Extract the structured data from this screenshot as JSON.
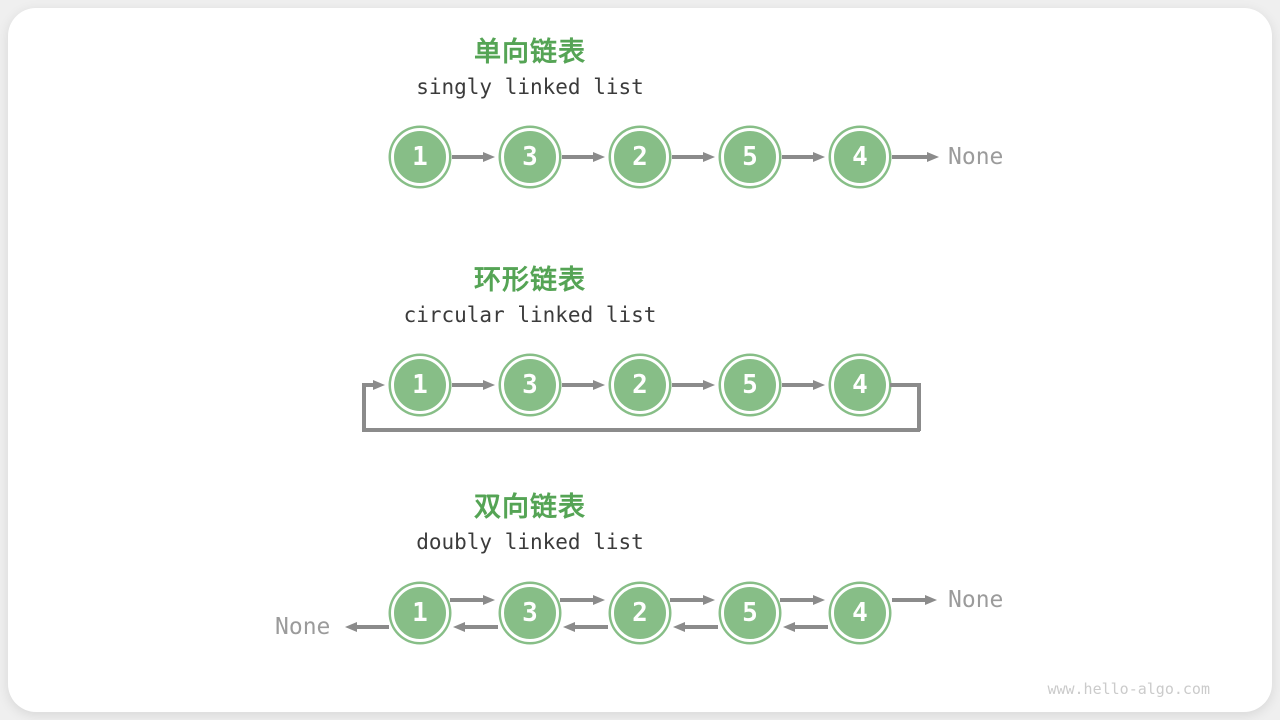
{
  "page": {
    "watermark": "www.hello-algo.com"
  },
  "colors": {
    "title_green": "#55A455",
    "node_green": "#87BE87",
    "arrow_gray": "#8B8B8B",
    "none_gray": "#9B9B9B",
    "subtitle_dark": "#3B3B3B",
    "watermark_gray": "#CBCBCB",
    "card_background": "#FFFFFF"
  },
  "sections": [
    {
      "title": "单向链表",
      "subtitle": "singly linked list",
      "nodes": [
        "1",
        "3",
        "2",
        "5",
        "4"
      ],
      "tail_label": "None"
    },
    {
      "title": "环形链表",
      "subtitle": "circular linked list",
      "nodes": [
        "1",
        "3",
        "2",
        "5",
        "4"
      ]
    },
    {
      "title": "双向链表",
      "subtitle": "doubly linked list",
      "nodes": [
        "1",
        "3",
        "2",
        "5",
        "4"
      ],
      "head_label": "None",
      "tail_label": "None"
    }
  ]
}
